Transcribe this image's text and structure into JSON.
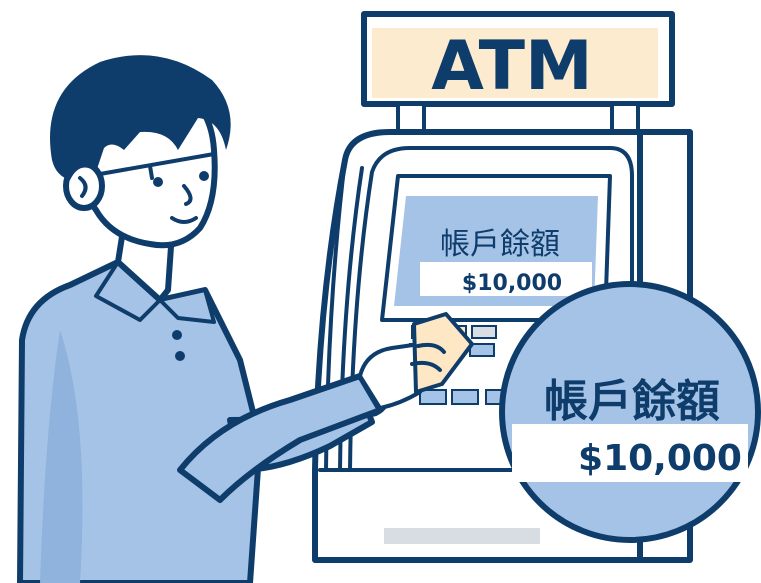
{
  "sign": {
    "text": "ATM"
  },
  "screen": {
    "label": "帳戶餘額",
    "balance": "$10,000"
  },
  "zoom": {
    "label": "帳戶餘額",
    "balance": "$10,000"
  },
  "colors": {
    "ink": "#0f3d6b",
    "sign_fill": "#fdebd0",
    "shirt": "#a5c3e6",
    "screen": "#a5c3e6",
    "keypad_orange": "#fde7c5",
    "slot_gray": "#d8dde3",
    "white": "#ffffff"
  }
}
